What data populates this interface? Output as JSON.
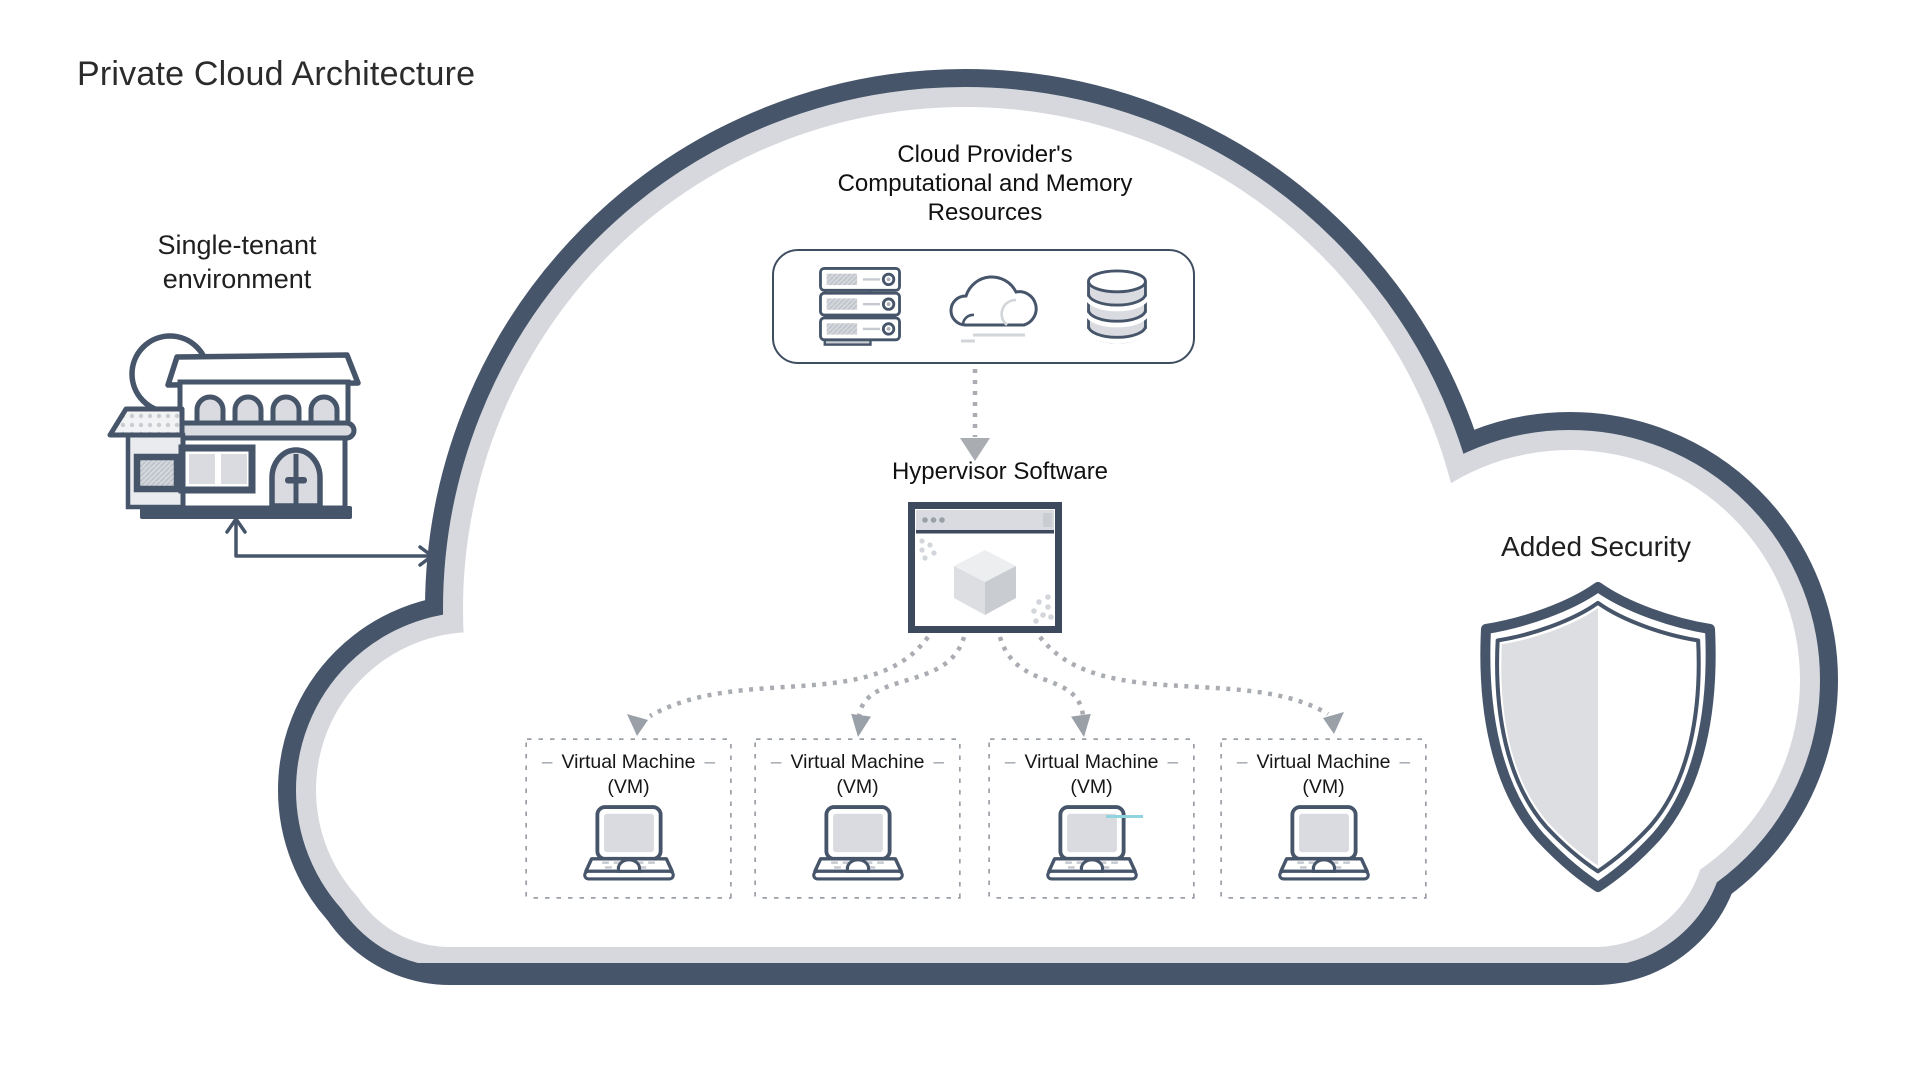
{
  "title": "Private Cloud Architecture",
  "environment": {
    "label_line1": "Single-tenant",
    "label_line2": "environment",
    "icon": "storefront-building-icon"
  },
  "cloud": {
    "resources": {
      "title_line1": "Cloud Provider's",
      "title_line2": "Computational and Memory",
      "title_line3": "Resources",
      "icons": [
        "server-rack-icon",
        "cloud-icon",
        "database-icon"
      ]
    },
    "hypervisor": {
      "label": "Hypervisor Software",
      "icon": "browser-window-cube-icon"
    },
    "vm_side_dash": "–",
    "vms": [
      {
        "label": "Virtual Machine",
        "sublabel": "(VM)",
        "icon": "laptop-icon"
      },
      {
        "label": "Virtual Machine",
        "sublabel": "(VM)",
        "icon": "laptop-icon"
      },
      {
        "label": "Virtual Machine",
        "sublabel": "(VM)",
        "icon": "laptop-icon"
      },
      {
        "label": "Virtual Machine",
        "sublabel": "(VM)",
        "icon": "laptop-icon"
      }
    ]
  },
  "security": {
    "label": "Added Security",
    "icon": "shield-icon"
  },
  "colors": {
    "outline_dark": "#46556a",
    "cloud_inner_band": "#d6d8dd",
    "fill_light": "#d9dbe0",
    "dotted_arrow_gray": "#a9adb2",
    "vm_border_gray": "#9aa0a8",
    "stray_line_cyan": "#8fd4de",
    "text": "#1f1f1f"
  }
}
